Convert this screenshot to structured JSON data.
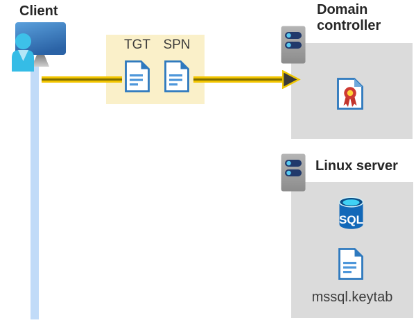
{
  "client": {
    "label": "Client"
  },
  "ticket_box": {
    "tgt_label": "TGT",
    "spn_label": "SPN"
  },
  "domain_controller": {
    "label": "Domain controller"
  },
  "linux_server": {
    "label": "Linux server",
    "database_label": "SQL",
    "keytab_label": "mssql.keytab"
  },
  "colors": {
    "highlight_box": "#FAF0C9",
    "arrow_yellow": "#F2C500",
    "arrow_core_stripe": "#7E6D00",
    "arrowhead_dark": "#3A3A3A",
    "container_box_gray": "#DBDBDB",
    "lifeline_blue": "#C1DBF8",
    "document_icon_blue": "#2E79BE",
    "document_line_blue": "#4E97DA",
    "server_body_gray": "#A6A6A6",
    "server_slot_navy": "#21396B",
    "server_dot_cyan": "#57C9F1",
    "sql_body_blue": "#1268B8",
    "sql_top_cyan": "#40D1F4",
    "cert_ribbon_red": "#CE3A32",
    "cert_ribbon_gold": "#FFD339",
    "person_cyan": "#35BCE6",
    "monitor_blue_top": "#5A9FDB",
    "monitor_blue_bottom": "#2C64A7",
    "title_text": "#262626",
    "label_text": "#3C3C3C"
  }
}
